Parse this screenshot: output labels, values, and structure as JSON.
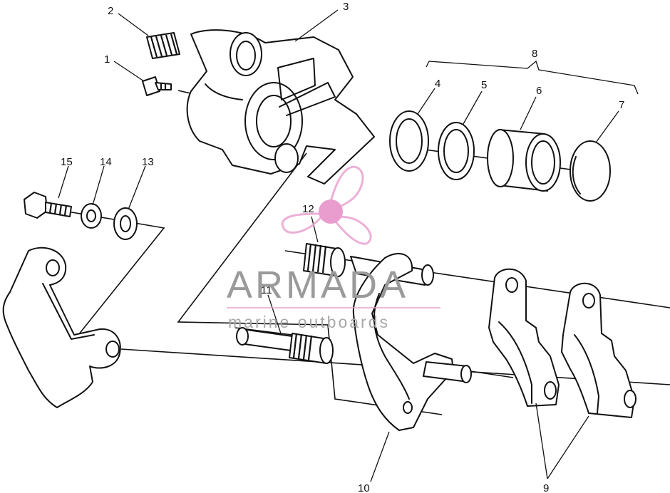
{
  "watermark": {
    "brand": "ARMADA",
    "tagline": "marine outboards",
    "logo_color": "#e9a3cf",
    "logo_center_color": "#e58dc6",
    "text_color": "#9a9a9a"
  },
  "callouts": [
    {
      "id": "c1",
      "label": "1"
    },
    {
      "id": "c2",
      "label": "2"
    },
    {
      "id": "c3",
      "label": "3"
    },
    {
      "id": "c4",
      "label": "4"
    },
    {
      "id": "c5",
      "label": "5"
    },
    {
      "id": "c6",
      "label": "6"
    },
    {
      "id": "c7",
      "label": "7"
    },
    {
      "id": "c8",
      "label": "8"
    },
    {
      "id": "c9",
      "label": "9"
    },
    {
      "id": "c10",
      "label": "10"
    },
    {
      "id": "c11",
      "label": "11"
    },
    {
      "id": "c12",
      "label": "12"
    },
    {
      "id": "c13",
      "label": "13"
    },
    {
      "id": "c14",
      "label": "14"
    },
    {
      "id": "c15",
      "label": "15"
    }
  ]
}
